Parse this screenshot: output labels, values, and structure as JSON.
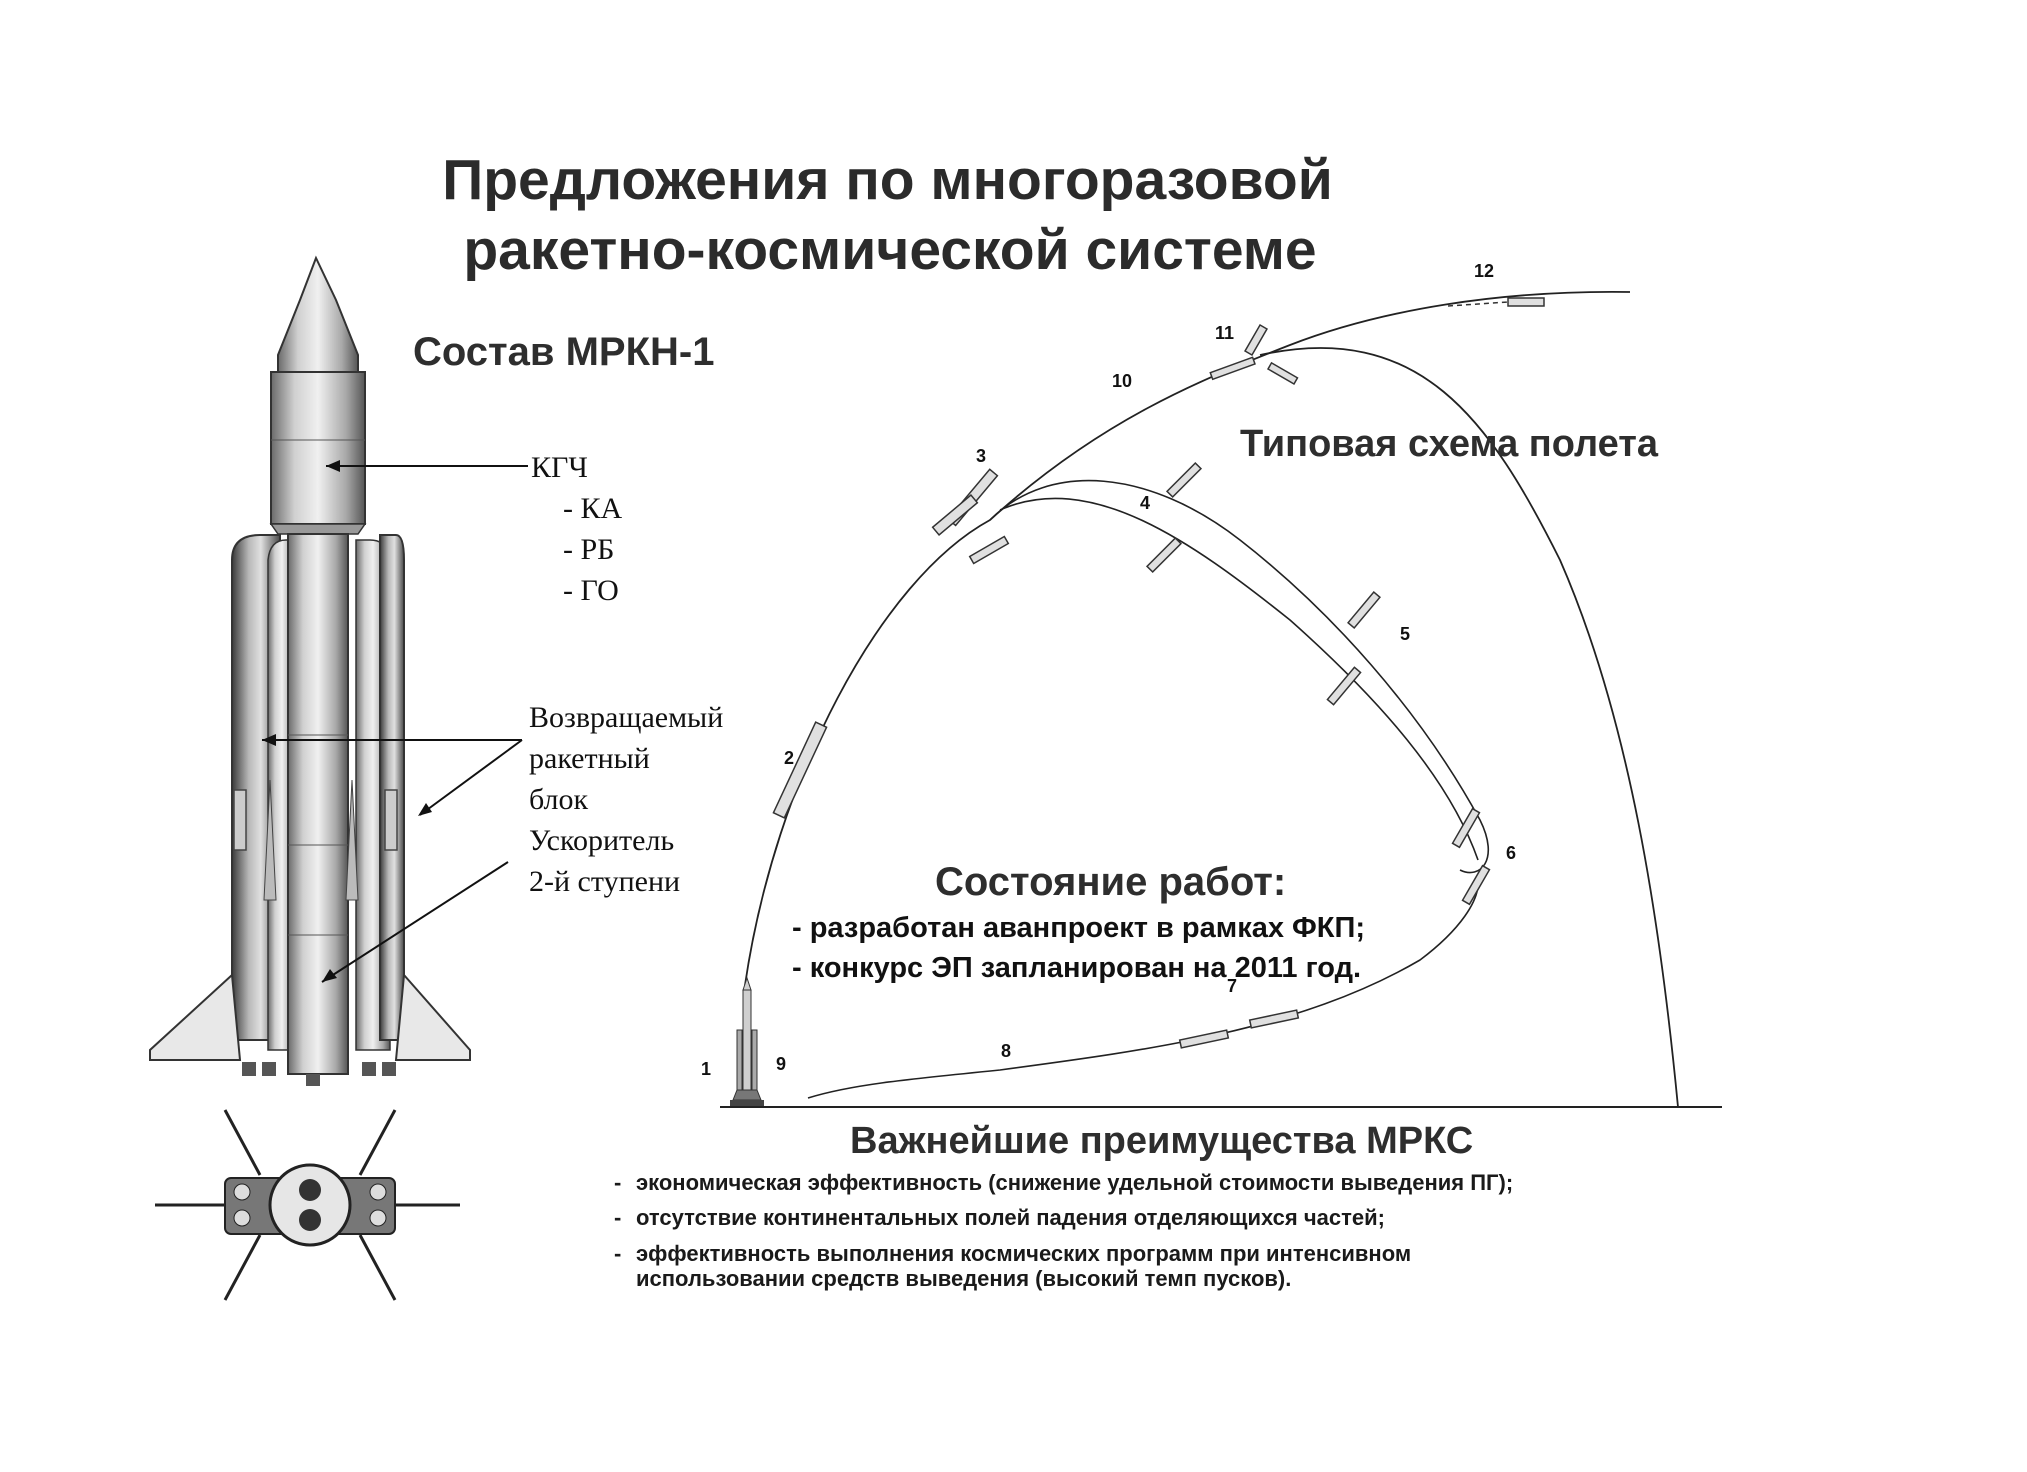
{
  "title": {
    "line1": "Предложения по многоразовой",
    "line2": "ракетно-космической системе"
  },
  "composition": {
    "heading": "Состав МРКН-1",
    "labels": {
      "kgch": "КГЧ",
      "ka": "- КА",
      "rb": "- РБ",
      "go": "- ГО",
      "returnable1": "Возвращаемый",
      "returnable2": "ракетный",
      "returnable3": "блок",
      "booster1": "Ускоритель",
      "booster2": "2-й ступени"
    }
  },
  "flight": {
    "heading": "Типовая схема полета",
    "points": [
      "1",
      "2",
      "3",
      "4",
      "5",
      "6",
      "7",
      "8",
      "9",
      "10",
      "11",
      "12"
    ]
  },
  "status": {
    "heading": "Состояние работ:",
    "items": [
      "- разработан аванпроект в рамках ФКП;",
      "- конкурс ЭП запланирован на 2011 год."
    ]
  },
  "advantages": {
    "heading": "Важнейшие преимущества МРКС",
    "items": [
      "экономическая эффективность (снижение удельной стоимости выведения ПГ);",
      "отсутствие континентальных полей падения отделяющихся частей;",
      "эффективность выполнения  космических программ при интенсивном",
      "использовании средств выведения (высокий темп пусков)."
    ],
    "bullet": "-"
  },
  "colors": {
    "ink": "#1a1a1a",
    "rocket_fill": "#d8d8d8",
    "rocket_dark": "#6e6e6e"
  }
}
